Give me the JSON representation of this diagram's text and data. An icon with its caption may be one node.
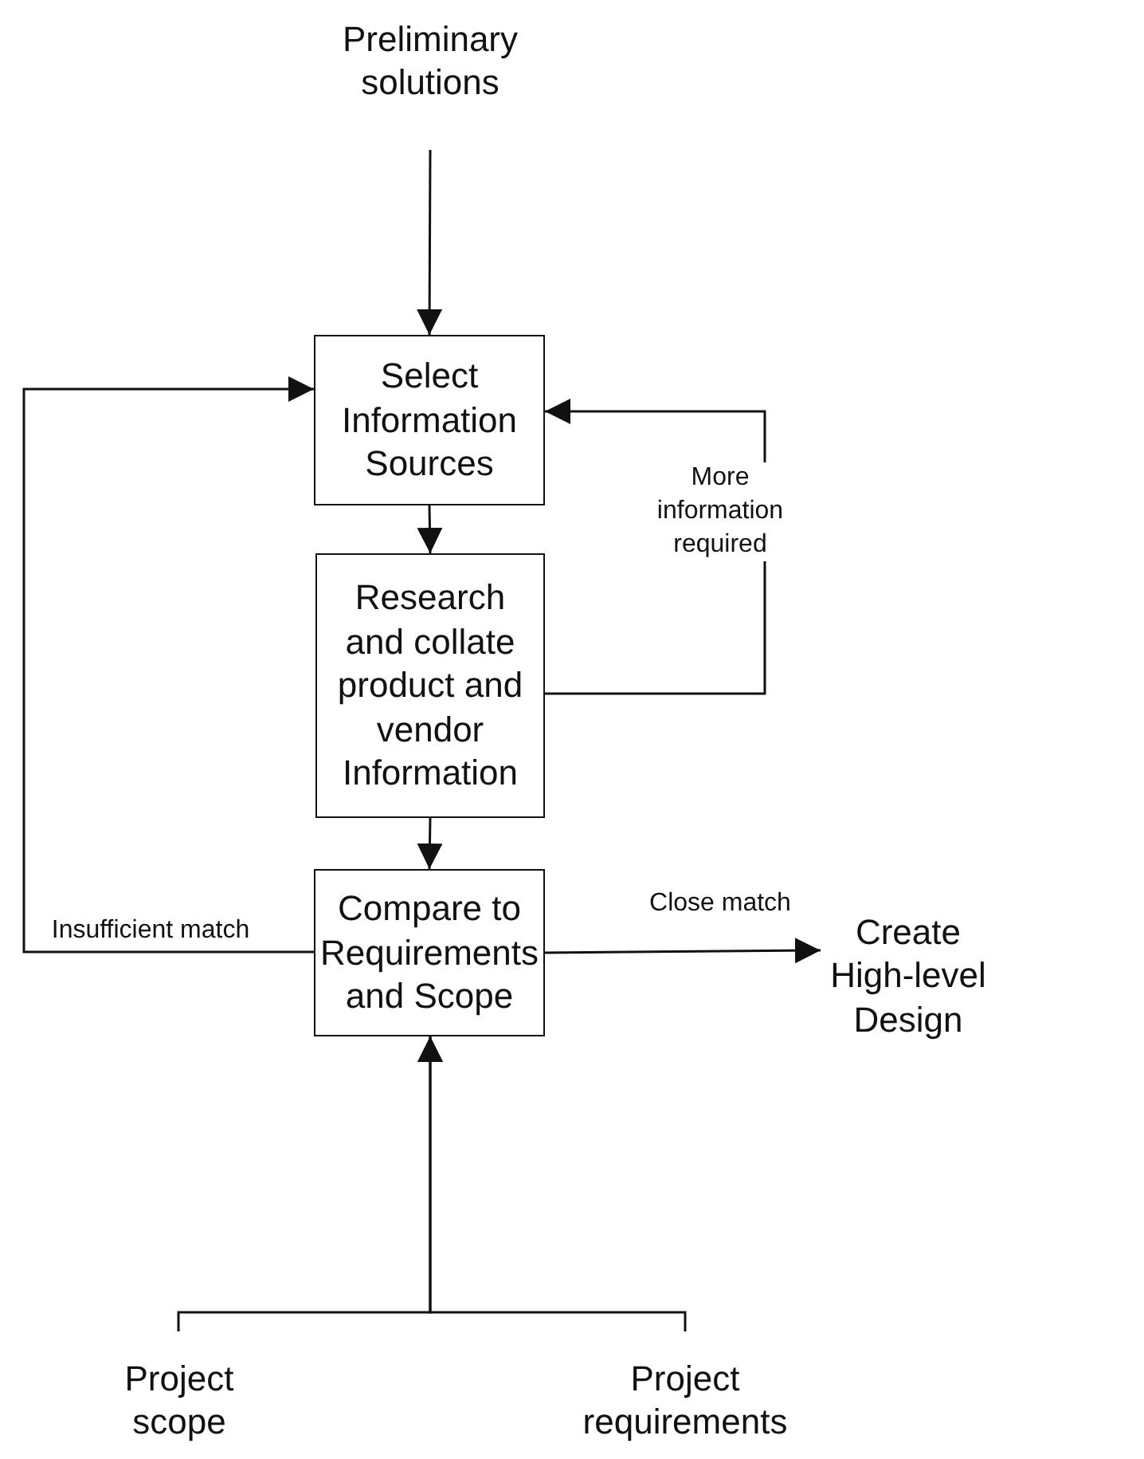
{
  "diagram": {
    "nodes": [
      {
        "text": [
          "Preliminary solutions"
        ]
      },
      {
        "text": [
          "Select Information Sources"
        ]
      },
      {
        "text": [
          "Research and collate product and vendor Information"
        ]
      },
      {
        "text": [
          "Compare to Requirements and Scope"
        ]
      },
      {
        "text": [
          "Create High-level Design"
        ]
      },
      {
        "text": [
          "Project scope"
        ]
      },
      {
        "text": [
          "Project requirements"
        ]
      }
    ],
    "edges": [
      {
        "from": 0,
        "to": 1,
        "arrow": "to"
      },
      {
        "from": 1,
        "to": 2,
        "arrow": "to"
      },
      {
        "from": 2,
        "to": 1,
        "arrow": "to",
        "label": "More information required"
      },
      {
        "from": 2,
        "to": 3,
        "arrow": "to"
      },
      {
        "from": 3,
        "to": 1,
        "arrow": "to",
        "label": "Insufficient match"
      },
      {
        "from": 3,
        "to": 4,
        "arrow": "to",
        "label": "Close match"
      },
      {
        "from": 5,
        "to": 3,
        "arrow": "to"
      },
      {
        "from": 6,
        "to": 3,
        "arrow": "to"
      }
    ]
  }
}
